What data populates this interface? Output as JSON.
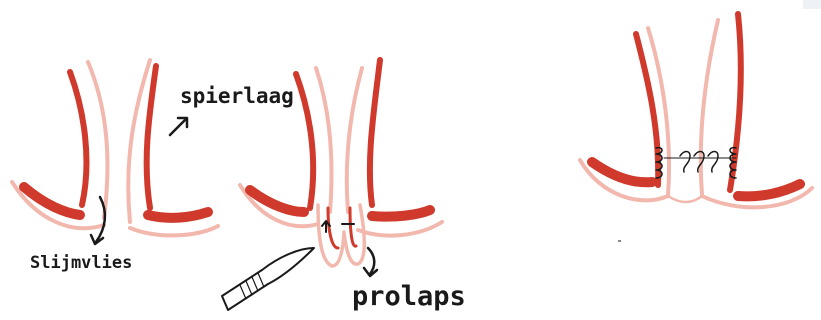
{
  "labels": {
    "muscle_layer": "spierlaag",
    "mucosa": "Slijmvlies",
    "prolapse": "prolaps"
  },
  "colors": {
    "muscle_red": "#cf3a2c",
    "mucosa_pink": "#f2b8ad",
    "ink": "#1a1a1a",
    "background": "#ffffff"
  },
  "icons": [
    "scalpel-icon",
    "suture-icon",
    "arrow-icon"
  ]
}
